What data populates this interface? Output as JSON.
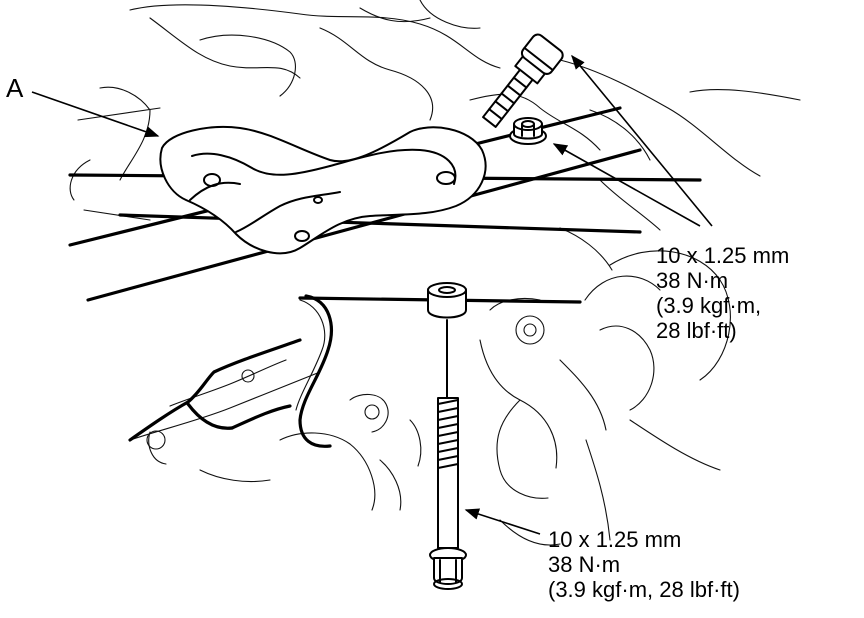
{
  "callout_a": {
    "label": "A"
  },
  "upper_bolt_spec": {
    "size": "10 x 1.25 mm",
    "torque_nm": "38 N·m",
    "torque_kgf": "(3.9 kgf·m,",
    "torque_lbf": "28 lbf·ft)"
  },
  "lower_bolt_spec": {
    "size": "10 x 1.25 mm",
    "torque_nm": "38 N·m",
    "torque_alt": "(3.9 kgf·m, 28 lbf·ft)"
  }
}
